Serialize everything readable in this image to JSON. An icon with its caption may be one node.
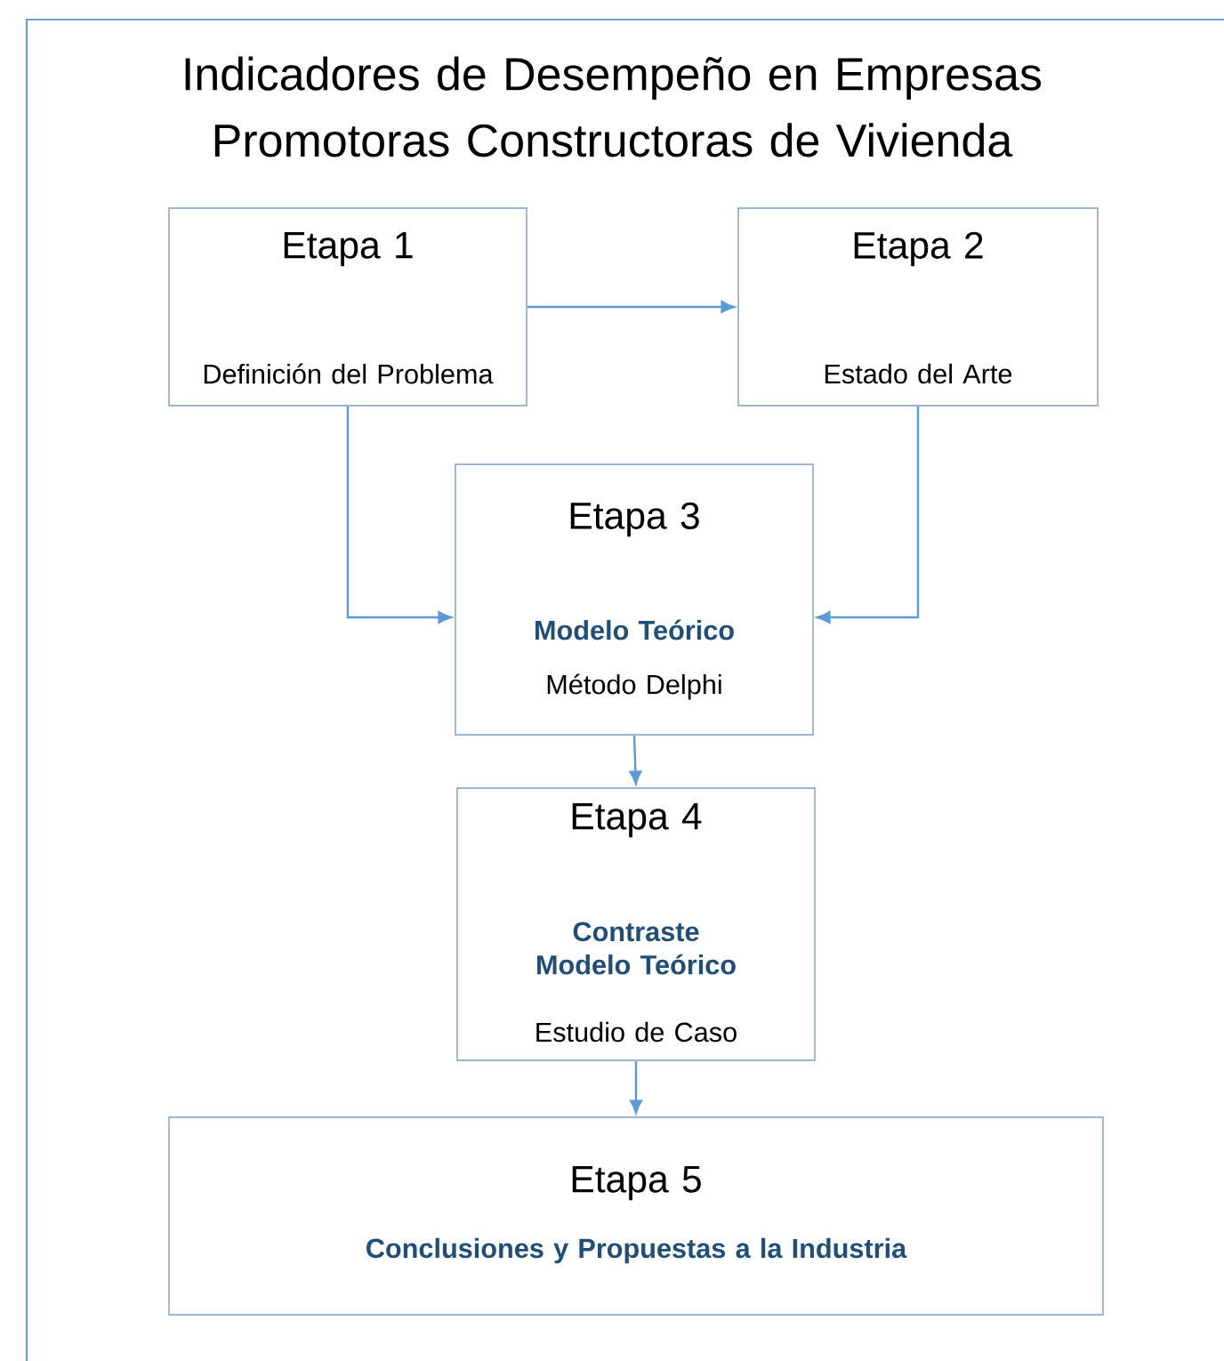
{
  "diagram": {
    "title": "Indicadores de Desempeño en Empresas Promotoras Constructoras de Vivienda",
    "nodes": [
      {
        "text": [
          "Etapa 1",
          "Definición del Problema"
        ]
      },
      {
        "text": [
          "Etapa 2",
          "Estado del Arte"
        ]
      },
      {
        "text": [
          "Etapa 3",
          "Modelo Teórico",
          "Método Delphi"
        ]
      },
      {
        "text": [
          "Etapa 4",
          "Contraste Modelo Teórico",
          "Estudio de Caso"
        ]
      },
      {
        "text": [
          "Etapa 5",
          "Conclusiones y Propuestas a la Industria"
        ]
      }
    ],
    "edges": [
      {
        "from": 0,
        "to": 1,
        "arrow": "to"
      },
      {
        "from": 0,
        "to": 2,
        "arrow": "to"
      },
      {
        "from": 1,
        "to": 2,
        "arrow": "to"
      },
      {
        "from": 2,
        "to": 3,
        "arrow": "to"
      },
      {
        "from": 3,
        "to": 4,
        "arrow": "to"
      }
    ]
  }
}
